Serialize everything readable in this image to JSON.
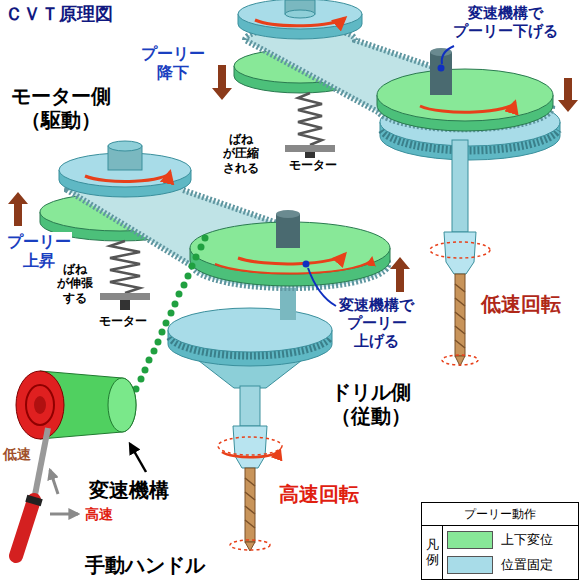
{
  "diagram": {
    "title": "ＣＶＴ原理図",
    "labels": [
      "プーリー 降下",
      "変速機構で プーリー下げる",
      "モーター側 （駆動）",
      "ばね が圧縮 される",
      "モーター",
      "プーリー 上昇",
      "ばね が伸張 する",
      "モーター",
      "変速機構で プーリー 上げる",
      "低速回転",
      "ドリル側 （従動）",
      "低速",
      "変速機構",
      "高速回転",
      "高速",
      "手動ハンドル",
      "プーリー動作",
      "凡例"
    ],
    "legend": [
      {
        "text": "上下変位",
        "color": "#88e898"
      },
      {
        "text": "位置固定",
        "color": "#a8dce8"
      }
    ]
  }
}
